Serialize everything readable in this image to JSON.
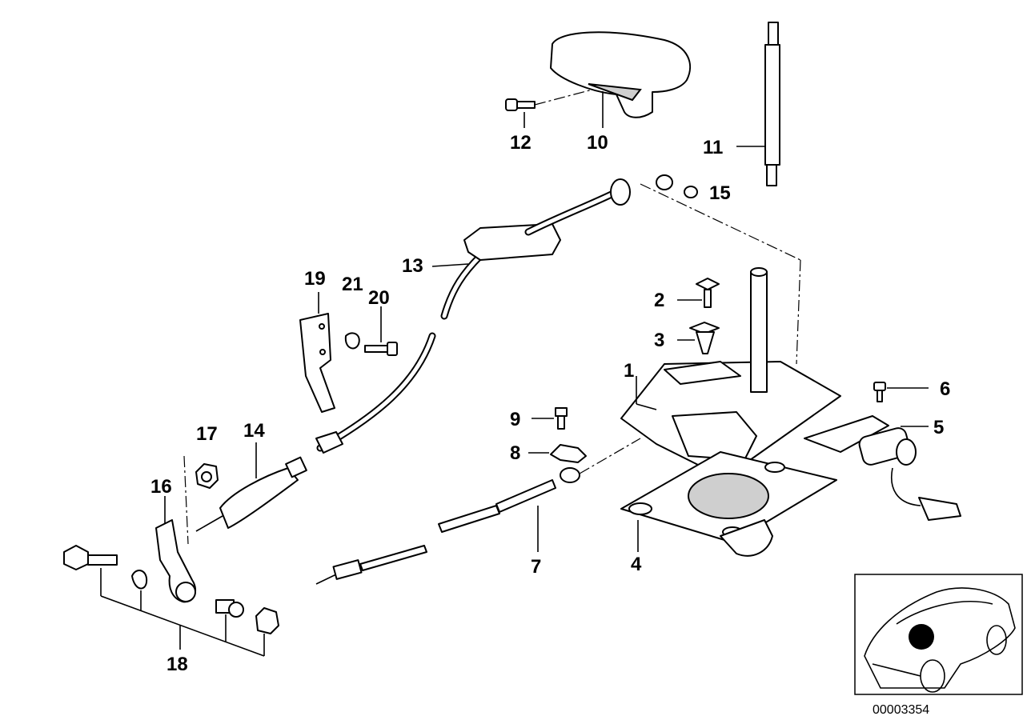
{
  "callouts": [
    "1",
    "2",
    "3",
    "4",
    "5",
    "6",
    "7",
    "8",
    "9",
    "10",
    "11",
    "12",
    "13",
    "14",
    "15",
    "16",
    "17",
    "18",
    "19",
    "20",
    "21"
  ],
  "reference_number": "00003354"
}
